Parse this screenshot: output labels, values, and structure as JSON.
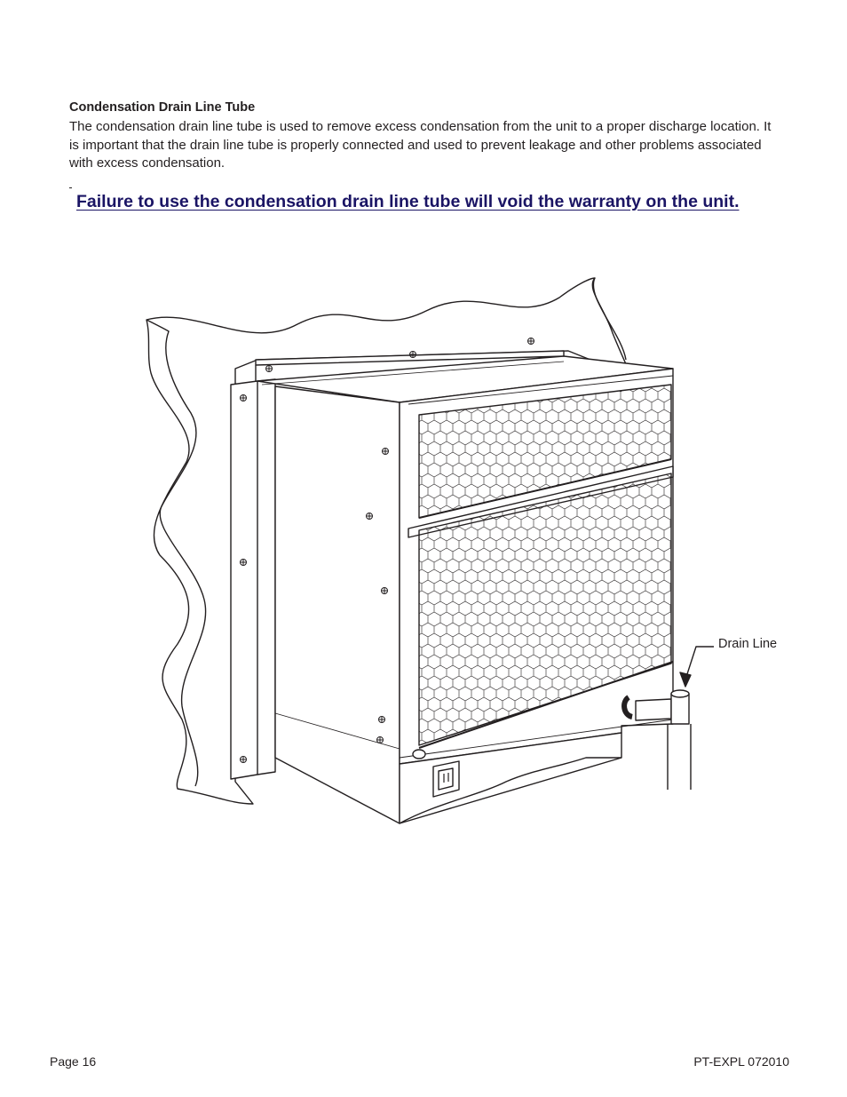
{
  "section": {
    "heading": "Condensation Drain Line Tube",
    "body": "The condensation drain line tube is used to remove excess condensation from the unit to a proper discharge location.  It is important that the drain line tube is properly connected and used to prevent leakage and other problems associated with excess condensation."
  },
  "warning": {
    "text": "Failure to use the condensation drain line tube will void the warranty on the unit.",
    "color": "#1a1464"
  },
  "figure": {
    "callout_label": "Drain Line",
    "icons": [
      "wall-unit-illustration",
      "drain-line-arrow-icon",
      "drain-pipe-icon",
      "power-outlet-icon"
    ]
  },
  "footer": {
    "page_label": "Page 16",
    "doc_code": "PT-EXPL 072010"
  }
}
